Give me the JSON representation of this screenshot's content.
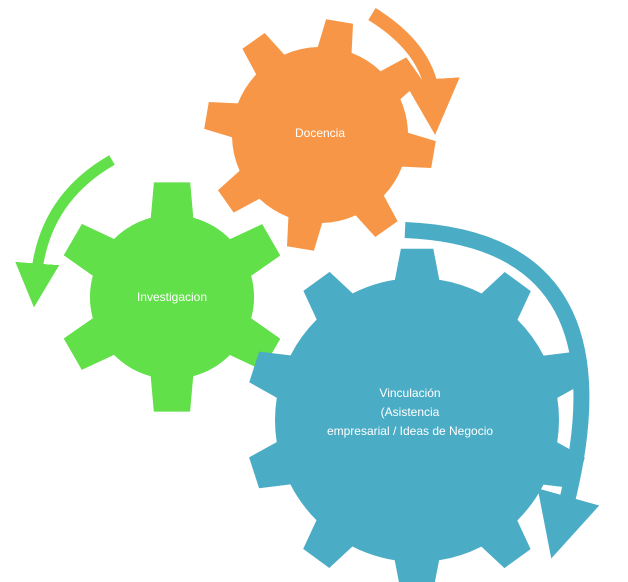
{
  "colors": {
    "docencia": "#F79646",
    "investigacion": "#62E04A",
    "vinculacion": "#4BACC6"
  },
  "gears": {
    "docencia": {
      "label": "Docencia"
    },
    "investigacion": {
      "label": "Investigacion"
    },
    "vinculacion": {
      "line1": "Vinculación",
      "line2": "(Asistencia",
      "line3": "empresarial / Ideas de Negocio"
    }
  }
}
